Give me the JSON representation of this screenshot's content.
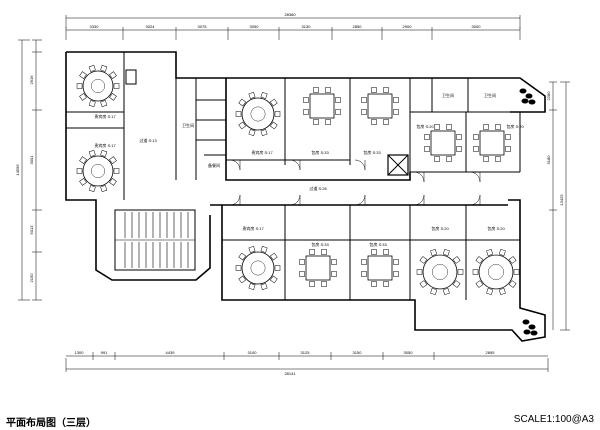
{
  "drawing": {
    "caption": "平面布局图（三层）",
    "scale": "SCALE1:100@A3"
  },
  "dimensions": {
    "top_total": "28360",
    "top_segments": [
      "3330",
      "3024",
      "3075",
      "3050",
      "3130",
      "2850",
      "2900",
      "3000"
    ],
    "bottom_total": "28141",
    "bottom_segments": [
      "1300",
      "991",
      "4439",
      "3100",
      "3125",
      "3150",
      "3050",
      "2895"
    ],
    "left_total": "14556",
    "left_segments": [
      "2616",
      "3001",
      "5013",
      "2150"
    ],
    "right_total": "13425",
    "right_segments": [
      "2280",
      "3180"
    ]
  },
  "rooms": [
    {
      "id": "vip-nw-1",
      "label": "贵宾房 S:17"
    },
    {
      "id": "vip-nw-2",
      "label": "贵宾房 S:17"
    },
    {
      "id": "corridor-west",
      "label": "过道 S:13"
    },
    {
      "id": "toilet-west",
      "label": "卫生间"
    },
    {
      "id": "pantry",
      "label": "备餐间"
    },
    {
      "id": "vip-n-1",
      "label": "贵宾房 S:17"
    },
    {
      "id": "private-n-2",
      "label": "包房 S:33"
    },
    {
      "id": "private-n-3",
      "label": "包房 S:33"
    },
    {
      "id": "toilet-ne-1",
      "label": "卫生间"
    },
    {
      "id": "toilet-ne-2",
      "label": "卫生间"
    },
    {
      "id": "private-ne-1",
      "label": "包房 S:20"
    },
    {
      "id": "private-ne-2",
      "label": "包房 S:20"
    },
    {
      "id": "corridor-main",
      "label": "过道 S:26"
    },
    {
      "id": "vip-s-1",
      "label": "贵宾房 S:17"
    },
    {
      "id": "private-s-2",
      "label": "包房 S:33"
    },
    {
      "id": "private-s-3",
      "label": "包房 S:33"
    },
    {
      "id": "private-se-1",
      "label": "包房 S:20"
    },
    {
      "id": "private-se-2",
      "label": "包房 S:20"
    }
  ]
}
